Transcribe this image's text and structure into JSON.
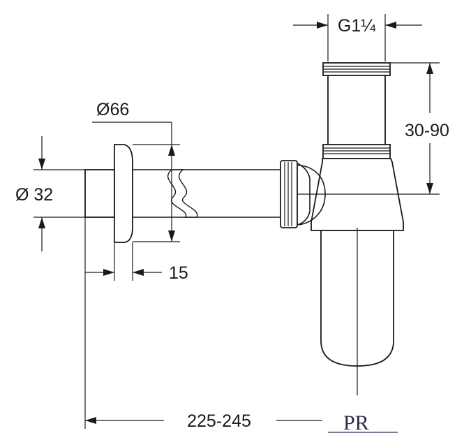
{
  "dimensions": {
    "thread": "G1¼",
    "height_range": "30-90",
    "flange_diameter": "Ø66",
    "pipe_diameter": "Ø 32",
    "flange_thickness": "15",
    "length_range": "225-245"
  },
  "logo": {
    "text": "PR"
  },
  "colors": {
    "line": "#1a1a1a",
    "background": "#ffffff"
  }
}
